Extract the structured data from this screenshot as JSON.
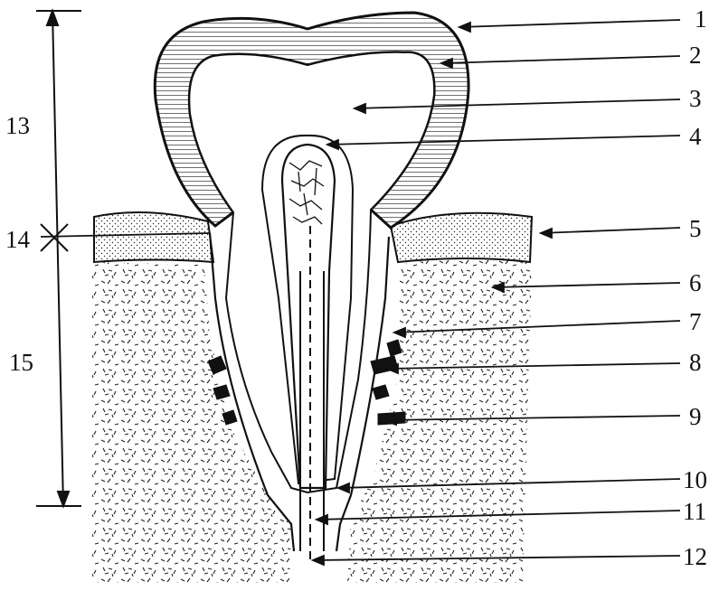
{
  "diagram": {
    "subject": "tooth-cross-section",
    "ink_color": "#111111",
    "background_color": "#ffffff",
    "labels": {
      "l1": "1",
      "l2": "2",
      "l3": "3",
      "l4": "4",
      "l5": "5",
      "l6": "6",
      "l7": "7",
      "l8": "8",
      "l9": "9",
      "l10": "10",
      "l11": "11",
      "l12": "12",
      "l13": "13",
      "l14": "14",
      "l15": "15"
    }
  }
}
